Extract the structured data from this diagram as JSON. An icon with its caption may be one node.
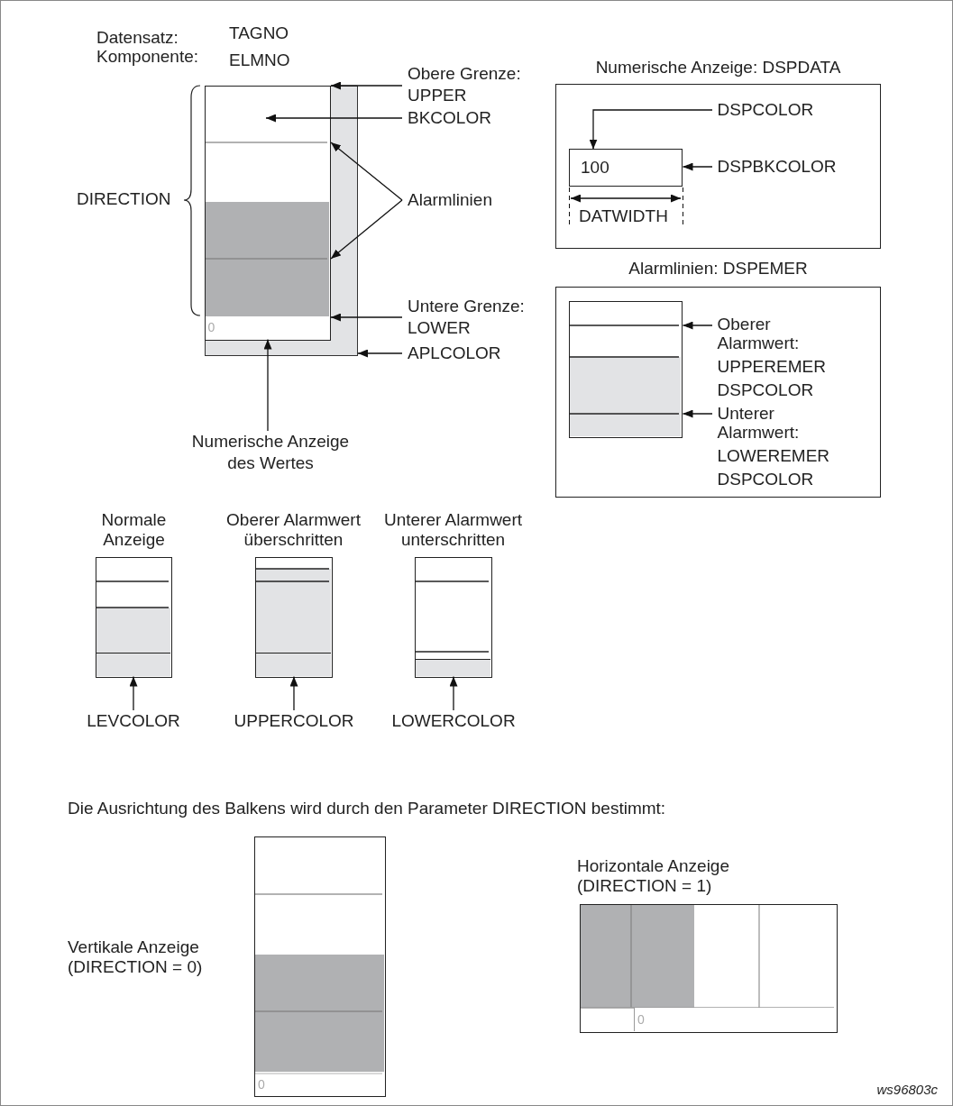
{
  "diagram": {
    "nodes": [
      {
        "text": [],
        "shape": "box"
      },
      {
        "text": [],
        "shape": "box",
        "in": 0
      },
      {
        "text": [
          "0"
        ],
        "in": 1
      },
      {
        "text": [
          "Obere Grenze: UPPER"
        ]
      },
      {
        "text": [
          "BKCOLOR"
        ]
      },
      {
        "text": [
          "Alarmlinien"
        ]
      },
      {
        "text": [
          "Untere Grenze: LOWER"
        ]
      },
      {
        "text": [
          "APLCOLOR"
        ]
      },
      {
        "text": [
          "Numerische Anzeige des Wertes"
        ]
      },
      {
        "text": [
          "Numerische Anzeige: DSPDATA"
        ]
      },
      {
        "text": [
          "100"
        ],
        "in": 9
      },
      {
        "text": [
          "DSPCOLOR"
        ],
        "in": 9
      },
      {
        "text": [
          "DSPBKCOLOR"
        ],
        "in": 9
      },
      {
        "text": [
          "Alarmlinien: DSPEMER"
        ]
      },
      {
        "text": [],
        "shape": "box",
        "in": 13
      },
      {
        "text": [
          "Oberer Alarmwert:",
          "UPPEREMER",
          "DSPCOLOR"
        ],
        "in": 13
      },
      {
        "text": [
          "Unterer Alarmwert:",
          "LOWEREMER",
          "DSPCOLOR"
        ],
        "in": 13
      },
      {
        "text": [
          "Normale Anzeige"
        ]
      },
      {
        "text": [],
        "shape": "box",
        "in": 17
      },
      {
        "text": [
          "LEVCOLOR"
        ]
      },
      {
        "text": [
          "Oberer Alarmwert überschritten"
        ]
      },
      {
        "text": [],
        "shape": "box",
        "in": 20
      },
      {
        "text": [
          "UPPERCOLOR"
        ]
      },
      {
        "text": [
          "Unterer Alarmwert unterschritten"
        ]
      },
      {
        "text": [],
        "shape": "box",
        "in": 23
      },
      {
        "text": [
          "LOWERCOLOR"
        ]
      },
      {
        "text": [],
        "shape": "box",
        "beside": [
          "Vertikale Anzeige (DIRECTION = 0)"
        ]
      },
      {
        "text": [
          "0"
        ],
        "in": 26
      },
      {
        "text": [],
        "shape": "box",
        "beside": [
          "Horizontale Anzeige (DIRECTION = 1)"
        ]
      },
      {
        "text": [
          "0"
        ],
        "in": 28
      }
    ],
    "edges": [
      {
        "from": 3,
        "to": 1,
        "arrow": "to"
      },
      {
        "from": 4,
        "to": null,
        "arrow": "to"
      },
      {
        "from": 5,
        "to": 1,
        "arrow": "to"
      },
      {
        "from": 5,
        "to": 1,
        "arrow": "to"
      },
      {
        "from": 6,
        "to": 1,
        "arrow": "to"
      },
      {
        "from": 7,
        "to": 0,
        "arrow": "to"
      },
      {
        "from": 8,
        "to": 2,
        "arrow": "to"
      },
      {
        "from": 11,
        "to": 10,
        "arrow": "to"
      },
      {
        "from": 12,
        "to": 10,
        "arrow": "to"
      },
      {
        "from": 15,
        "to": 14,
        "arrow": "to"
      },
      {
        "from": 16,
        "to": 14,
        "arrow": "to"
      },
      {
        "from": 19,
        "to": 18,
        "arrow": "to"
      },
      {
        "from": 22,
        "to": 21,
        "arrow": "to"
      },
      {
        "from": 25,
        "to": 24,
        "arrow": "to"
      }
    ],
    "labels": [
      "Datensatz:",
      "TAGNO",
      "Komponente:",
      "ELMNO",
      "DIRECTION",
      "DATWIDTH",
      "Die Ausrichtung des Balkens wird durch den Parameter DIRECTION bestimmt:",
      "ws96803c"
    ]
  }
}
